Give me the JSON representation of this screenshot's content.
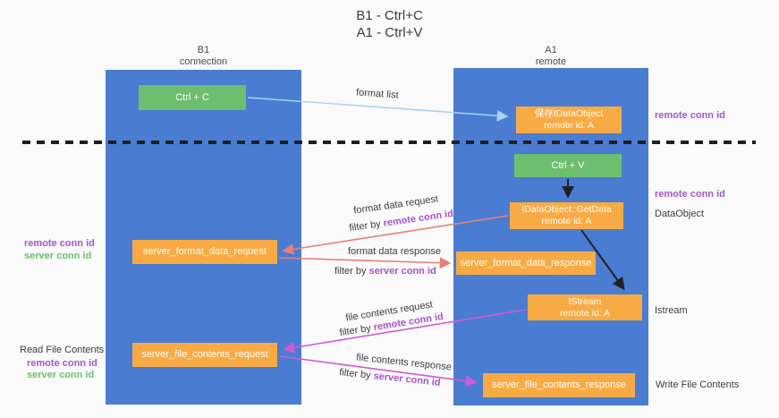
{
  "title": {
    "line1": "B1 - Ctrl+C",
    "line2": "A1 - Ctrl+V"
  },
  "lanes": {
    "left": {
      "title": "B1",
      "subtitle": "connection"
    },
    "right": {
      "title": "A1",
      "subtitle": "remote"
    }
  },
  "nodes": {
    "ctrl_c": {
      "label": "Ctrl + C"
    },
    "save_idataobject": {
      "line1": "保存IDataObject",
      "line2": "remote id: A"
    },
    "ctrl_v": {
      "label": "Ctrl + V"
    },
    "getdata": {
      "line1": "IDataObject::GetData",
      "line2": "remote id: A"
    },
    "server_format_data_request": {
      "label": "server_format_data_request"
    },
    "server_format_data_response": {
      "label": "server_format_data_response"
    },
    "istream": {
      "line1": "IStream",
      "line2": "remote id: A"
    },
    "server_file_contents_request": {
      "label": "server_file_contents_request"
    },
    "server_file_contents_response": {
      "label": "server_file_contents_response"
    }
  },
  "labels": {
    "left": {
      "remote_conn_id_top": "remote conn id",
      "server_conn_id_top": "server conn id",
      "read_file_contents": "Read File Contents",
      "remote_conn_id_bottom": "remote conn id",
      "server_conn_id_bottom": "server conn id"
    },
    "right": {
      "remote_conn_id_top": "remote conn id",
      "remote_conn_id_mid": "remote conn id",
      "dataobject": "DataObject",
      "istream": "Istream",
      "write_file_contents": "Write File Contents"
    }
  },
  "flows": {
    "format_list": {
      "label": "format list"
    },
    "format_data_request": {
      "label": "format data request",
      "filter_prefix": "filter by",
      "filter_value": "remote conn id"
    },
    "format_data_response": {
      "label": "format data response",
      "filter_prefix": "filter by",
      "filter_value": "server conn id"
    },
    "file_contents_request": {
      "label": "file contents request",
      "filter_prefix": "filter by",
      "filter_value": "remote conn id"
    },
    "file_contents_response": {
      "label": "file contents response",
      "filter_prefix": "filter by",
      "filter_value": "server conn id"
    }
  },
  "colors": {
    "lane_blue": "#4a7cd2",
    "node_green": "#6ebe70",
    "node_orange": "#f8ab44",
    "purple_text": "#a455c8",
    "green_text": "#6cbf70",
    "arrow_lightblue": "#a8d3f2",
    "arrow_red": "#e87f75",
    "arrow_magenta": "#cd5bd1",
    "arrow_black": "#222222"
  }
}
